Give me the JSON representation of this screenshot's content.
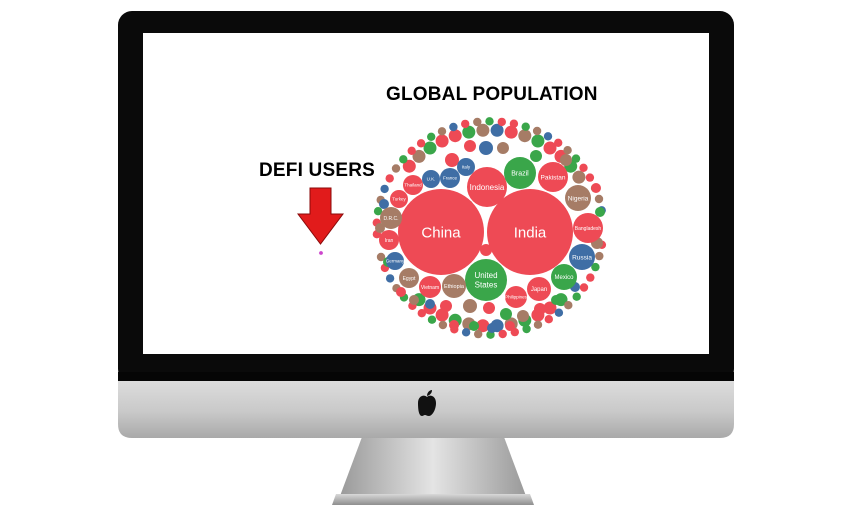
{
  "global_title": "GLOBAL POPULATION",
  "defi_title": "DEFI USERS",
  "icons": {
    "device": "apple-logo-icon",
    "pointer": "down-arrow-icon"
  },
  "colors": {
    "red": "#ee4a55",
    "green": "#3aa64a",
    "brown": "#a67c66",
    "blue": "#3f6ea5",
    "arrow": "#e11b1b",
    "defi_dot": "#cc44cc"
  },
  "countries": [
    {
      "label": "China",
      "color": "red"
    },
    {
      "label": "India",
      "color": "red"
    },
    {
      "label": "United\nStates",
      "color": "green"
    },
    {
      "label": "Indonesia",
      "color": "red"
    },
    {
      "label": "Brazil",
      "color": "green"
    },
    {
      "label": "Pakistan",
      "color": "red"
    },
    {
      "label": "Nigeria",
      "color": "brown"
    },
    {
      "label": "Bangladesh",
      "color": "red"
    },
    {
      "label": "Russia",
      "color": "blue"
    },
    {
      "label": "Mexico",
      "color": "green"
    },
    {
      "label": "Japan",
      "color": "red"
    },
    {
      "label": "Philippines",
      "color": "red"
    },
    {
      "label": "Ethiopia",
      "color": "brown"
    },
    {
      "label": "Vietnam",
      "color": "red"
    },
    {
      "label": "Egypt",
      "color": "brown"
    },
    {
      "label": "Germany",
      "color": "blue"
    },
    {
      "label": "Iran",
      "color": "red"
    },
    {
      "label": "D.R.C.",
      "color": "brown"
    },
    {
      "label": "Turkey",
      "color": "red"
    },
    {
      "label": "Thailand",
      "color": "red"
    },
    {
      "label": "U.K.",
      "color": "blue"
    },
    {
      "label": "France",
      "color": "blue"
    },
    {
      "label": "Italy",
      "color": "blue"
    }
  ]
}
